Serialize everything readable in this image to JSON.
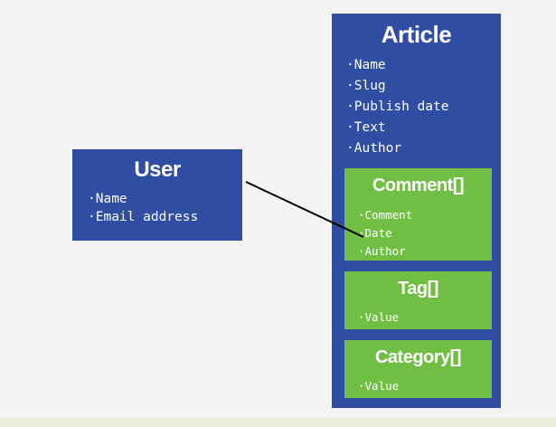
{
  "user": {
    "title": "User",
    "fields": [
      "Name",
      "Email address"
    ]
  },
  "article": {
    "title": "Article",
    "fields": [
      "Name",
      "Slug",
      "Publish date",
      "Text",
      "Author"
    ],
    "comment": {
      "title": "Comment[]",
      "fields": [
        "Comment",
        "Date",
        "Author"
      ]
    },
    "tag": {
      "title": "Tag[]",
      "fields": [
        "Value"
      ]
    },
    "category": {
      "title": "Category[]",
      "fields": [
        "Value"
      ]
    }
  },
  "colors": {
    "entity_fill": "#2f4ea3",
    "nested_fill": "#70bf44",
    "text": "#ffffff",
    "connector": "#000000",
    "background": "#f3f3f3"
  }
}
